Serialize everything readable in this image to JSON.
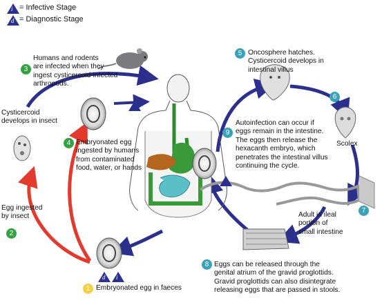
{
  "legend": {
    "infective_symbol": "i",
    "infective_label": "= Infective Stage",
    "diagnostic_symbol": "d",
    "diagnostic_label": "= Diagnostic Stage"
  },
  "steps": {
    "s1": {
      "number": "1",
      "text": "Embryonated egg in faeces"
    },
    "s2": {
      "number": "2",
      "text": [
        "Egg ingested",
        "by insect"
      ]
    },
    "s3": {
      "number": "3",
      "text": [
        "Humans and rodents",
        "are infected when they",
        "ingest cysticercoid-infected",
        "arthropods."
      ]
    },
    "s4": {
      "number": "4",
      "text": [
        "Embryonated egg",
        "ingested by humans",
        "from contaminated",
        "food, water, or hands"
      ]
    },
    "s5": {
      "number": "5",
      "text": [
        "Oncosphere hatches.",
        "Cysticercoid develops in",
        "intestinal villus"
      ]
    },
    "s6": {
      "number": "6"
    },
    "s7": {
      "number": "7",
      "text": [
        "Adult in ileal",
        "portion of",
        "small intestine"
      ]
    },
    "s8": {
      "number": "8",
      "text": [
        "Eggs can be released through the",
        "genital atrium of the gravid proglottids.",
        "Gravid proglottids can also disintegrate",
        "releasing eggs that are passed in stools."
      ]
    },
    "s9": {
      "number": "9",
      "text": [
        "Autoinfection can occur if",
        "eggs remain in the intestine.",
        "The eggs then release the",
        "hexacanth embryo, which",
        "penetrates the intestinal villus",
        "continuing the cycle."
      ]
    }
  },
  "labels": {
    "cysticercoid": [
      "Cysticercoid",
      "develops in insect"
    ],
    "scolex": "Scolex"
  },
  "colors": {
    "blue_arrow": "#2b2f8e",
    "red_arrow": "#e23b2e",
    "step_green": "#35a242",
    "step_teal": "#3aa2b8",
    "step_yellow": "#f6cf48",
    "stage_marker": "#2b2f8e"
  }
}
